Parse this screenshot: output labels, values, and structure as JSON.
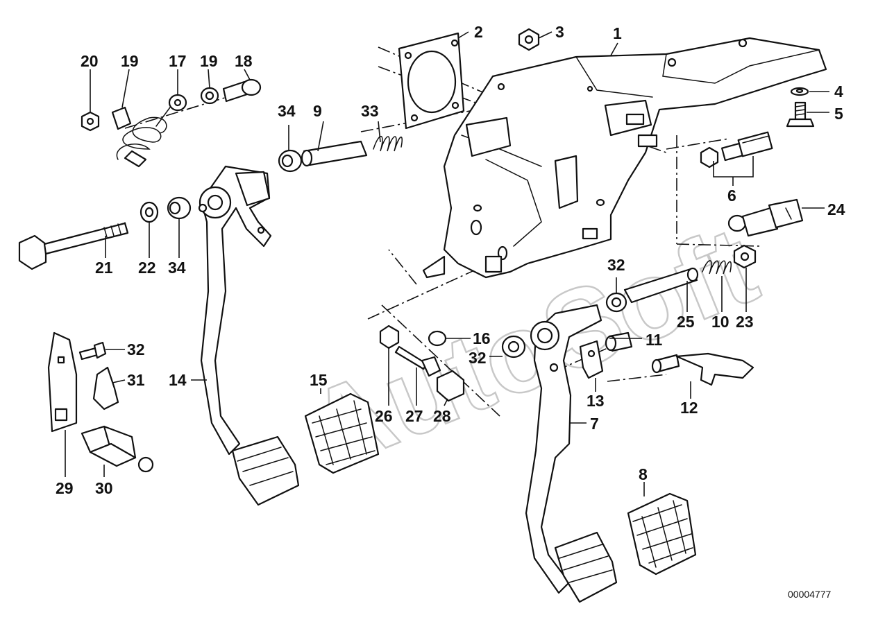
{
  "watermark": "AutoSoft",
  "document_number": "00004777",
  "callouts": {
    "c1": "1",
    "c2": "2",
    "c3": "3",
    "c4": "4",
    "c5": "5",
    "c6": "6",
    "c7": "7",
    "c8": "8",
    "c9": "9",
    "c10": "10",
    "c11": "11",
    "c12": "12",
    "c13": "13",
    "c14": "14",
    "c15": "15",
    "c16": "16",
    "c17": "17",
    "c18": "18",
    "c19a": "19",
    "c19b": "19",
    "c20": "20",
    "c21": "21",
    "c22": "22",
    "c23": "23",
    "c24": "24",
    "c25": "25",
    "c26": "26",
    "c27": "27",
    "c28": "28",
    "c29": "29",
    "c30": "30",
    "c31": "31",
    "c32a": "32",
    "c32b": "32",
    "c32c": "32",
    "c33": "33",
    "c34a": "34",
    "c34b": "34"
  }
}
